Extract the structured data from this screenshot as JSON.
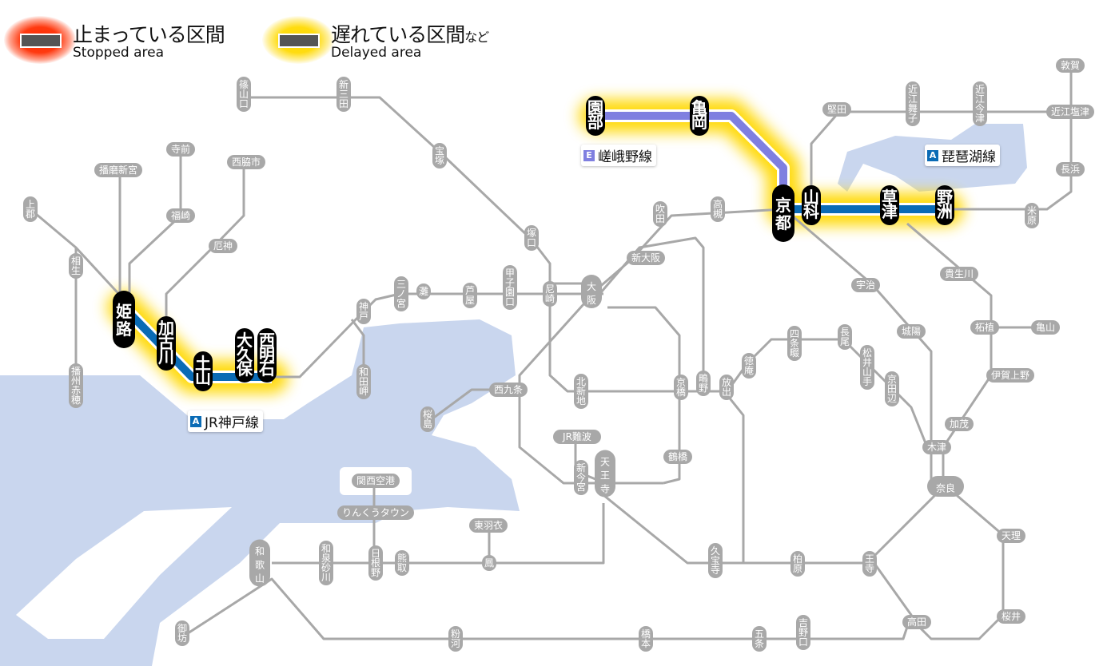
{
  "legend": {
    "stopped": {
      "jp": "止まっている区間",
      "en": "Stopped area",
      "color": "#ff2a00"
    },
    "delayed": {
      "jp": "遅れている区間",
      "jp_suffix": "など",
      "en": "Delayed area",
      "color": "#ffd800"
    }
  },
  "colors": {
    "track": "#a8a8a8",
    "sea": "#c9d6ee",
    "kobe_line": "#0a6bb5",
    "sagano_line": "#7f7fe0",
    "affected_station": "#000000",
    "delay_glow": "#ffd800"
  },
  "line_labels": {
    "kobe": {
      "badge": "A",
      "name": "JR神戸線",
      "badge_color": "#0a6bb5"
    },
    "sagano": {
      "badge": "E",
      "name": "嵯峨野線",
      "badge_color": "#7f7fe0"
    },
    "biwako": {
      "badge": "A",
      "name": "琵琶湖線",
      "badge_color": "#0a6bb5"
    }
  },
  "affected_stations": {
    "himeji": "姫路",
    "kakogawa": "加古川",
    "tsuchiyama": "土山",
    "okubo": "大久保",
    "nishiakashi": "西明石",
    "sonobe": "園部",
    "kameoka": "亀岡",
    "kyoto": "京都",
    "yamashina": "山科",
    "kusatsu": "草津",
    "yasu": "野洲"
  },
  "delayed_sections": [
    {
      "line": "JR神戸線",
      "from": "姫路",
      "to": "西明石"
    },
    {
      "line": "嵯峨野線",
      "from": "園部",
      "to": "京都"
    },
    {
      "line": "琵琶湖線",
      "from": "京都",
      "to": "野洲"
    }
  ],
  "stations": {
    "sasayamaguchi": "篠山口",
    "shinsanda": "新三田",
    "takarazuka": "宝塚",
    "tsukaguchi": "塚口",
    "kamigori": "上郡",
    "aioi": "相生",
    "banshuako": "播州赤穂",
    "harimashingu": "播磨新宮",
    "teramae": "寺前",
    "fukusaki": "福崎",
    "nishiwakishi": "西脇市",
    "yakujin": "厄神",
    "kobe": "神戸",
    "wadamisaki": "和田岬",
    "sannomiya": "三ノ宮",
    "nada": "灘",
    "ashiya": "芦屋",
    "koshienguchi": "甲子園口",
    "amagasaki": "尼崎",
    "osaka": "大阪",
    "shinosaka": "新大阪",
    "suita": "吹田",
    "takatsuki": "高槻",
    "nishikujo": "西九条",
    "sakurajima": "桜島",
    "kitashinchi": "北新地",
    "kyobashi": "京橋",
    "shigino": "鴫野",
    "hanaten": "放出",
    "tokuan": "徳庵",
    "shijonawate": "四条畷",
    "nagao": "長尾",
    "matsuiyamate": "松井山手",
    "kyotanabe": "京田辺",
    "uji": "宇治",
    "joyo": "城陽",
    "kizu": "木津",
    "kamo": "加茂",
    "nara": "奈良",
    "tenri": "天理",
    "sakurai": "桜井",
    "oji": "王寺",
    "takada": "高田",
    "kashiwara": "柏原",
    "kyuhoji": "久宝寺",
    "tennoji": "天王寺",
    "shinimamiya": "新今宮",
    "jrnamba": "JR難波",
    "tsuruhashi": "鶴橋",
    "kusatsu_line_kibukawa": "貴生川",
    "tsuge": "柘植",
    "kameyama": "亀山",
    "igaueno": "伊賀上野",
    "katata": "堅田",
    "omimaiko": "近江舞子",
    "omiimazu": "近江今津",
    "tsuruga": "敦賀",
    "omishiotsu": "近江塩津",
    "nagahama": "長浜",
    "maibara": "米原",
    "kansaiairport": "関西空港",
    "rinkutown": "りんくうタウン",
    "higashihagoromo": "東羽衣",
    "otori": "鳳",
    "kumatori": "熊取",
    "hineno": "日根野",
    "izumisunagawa": "和泉砂川",
    "wakayama": "和歌山",
    "gobo": "御坊",
    "kokawa": "粉河",
    "hashimoto": "橋本",
    "gojo": "五条",
    "yoshinoguchi": "吉野口"
  }
}
